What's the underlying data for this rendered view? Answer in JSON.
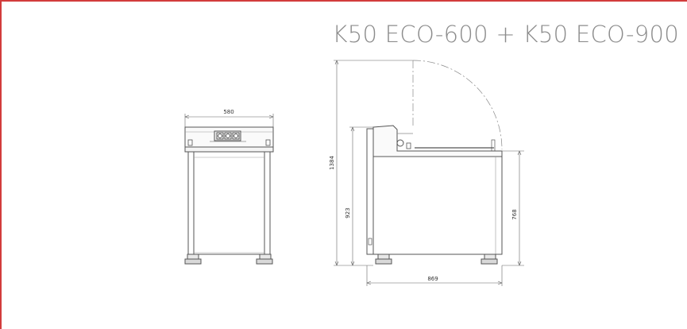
{
  "title": "K50 ECO-600 + K50 ECO-900",
  "colors": {
    "frame": "#d23c3c",
    "title": "#8c8c8c",
    "line": "#555555",
    "thin": "#888888"
  },
  "front_view": {
    "width_label": "580"
  },
  "side_view": {
    "total_height_label": "1384",
    "work_height_label": "923",
    "rear_height_label": "768",
    "depth_label": "869"
  }
}
